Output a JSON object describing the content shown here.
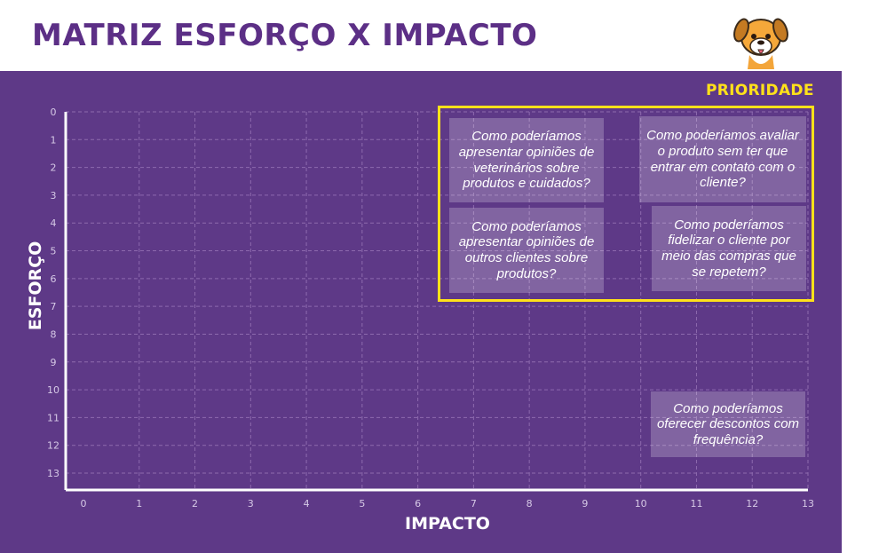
{
  "title": "MATRIZ ESFORÇO X IMPACTO",
  "icons": {
    "mascot": "dog-mascot-icon"
  },
  "colors": {
    "panel": "#5e3987",
    "title": "#5c2f86",
    "priority": "#ffe11a",
    "grid": "#8d6aae"
  },
  "priority_label": "PRIORIDADE",
  "axes": {
    "y_title": "ESFORÇO",
    "x_title": "IMPACTO",
    "y_ticks": [
      "0",
      "1",
      "2",
      "3",
      "4",
      "5",
      "6",
      "7",
      "8",
      "9",
      "10",
      "11",
      "12",
      "13"
    ],
    "x_ticks": [
      "0",
      "1",
      "2",
      "3",
      "4",
      "5",
      "6",
      "7",
      "8",
      "9",
      "10",
      "11",
      "12",
      "13"
    ]
  },
  "notes": [
    "Como poderíamos apresentar opiniões de veterinários sobre produtos e cuidados?",
    "Como poderíamos avaliar o produto sem ter que entrar em contato com o cliente?",
    "Como poderíamos apresentar opiniões de outros clientes sobre produtos?",
    "Como poderíamos fidelizar o cliente por meio das compras que se repetem?",
    "Como poderíamos oferecer descontos com frequência?"
  ]
}
